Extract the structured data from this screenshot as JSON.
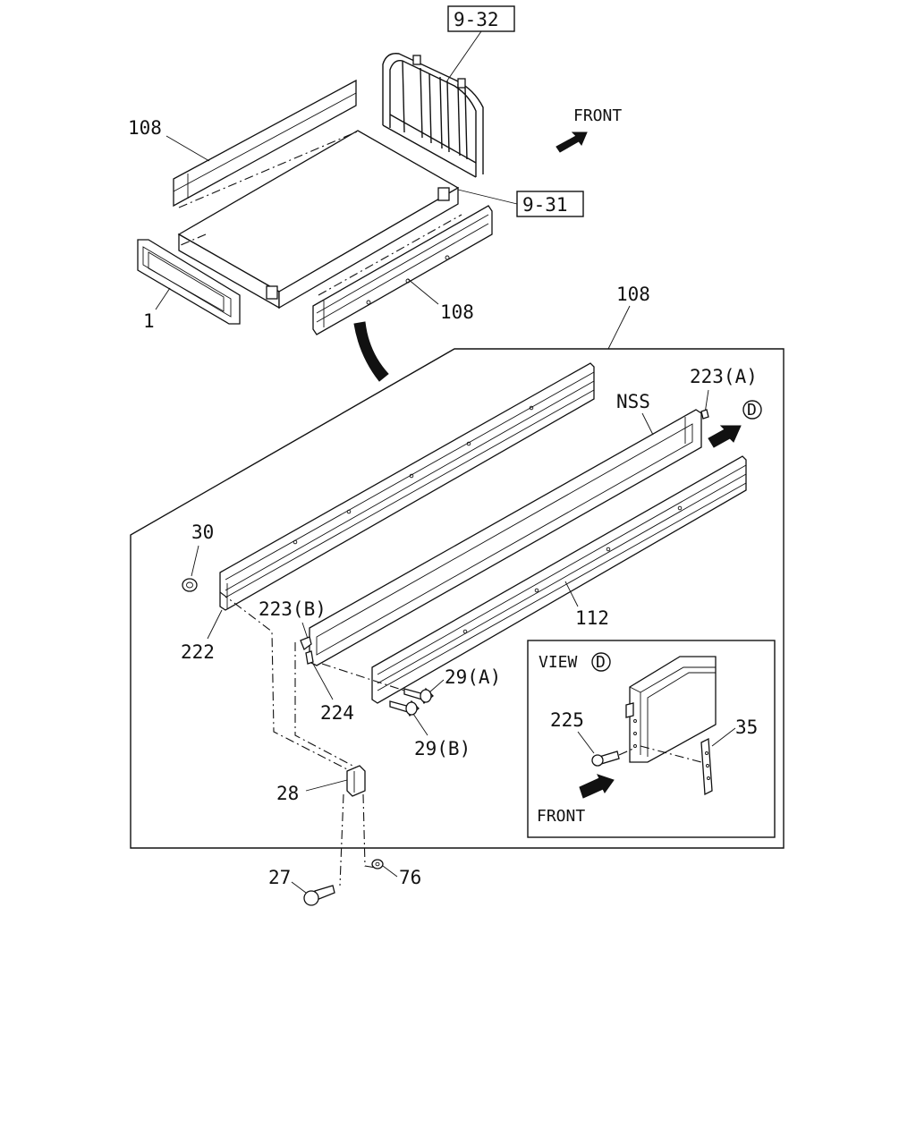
{
  "references": {
    "ref_9_32": "9-32",
    "ref_9_31": "9-31"
  },
  "direction": {
    "front_top": "FRONT",
    "front_view": "FRONT"
  },
  "callouts": {
    "c108_top_left": "108",
    "c108_bottom": "108",
    "c108_detail": "108",
    "c1": "1",
    "c223a": "223(A)",
    "nss": "NSS",
    "c30": "30",
    "c222": "222",
    "c223b": "223(B)",
    "c224": "224",
    "c29a": "29(A)",
    "c29b": "29(B)",
    "c112": "112",
    "c28": "28",
    "c27": "27",
    "c76": "76",
    "c225": "225",
    "c35": "35"
  },
  "view_marker": {
    "letter": "D",
    "view_label": "VIEW"
  }
}
